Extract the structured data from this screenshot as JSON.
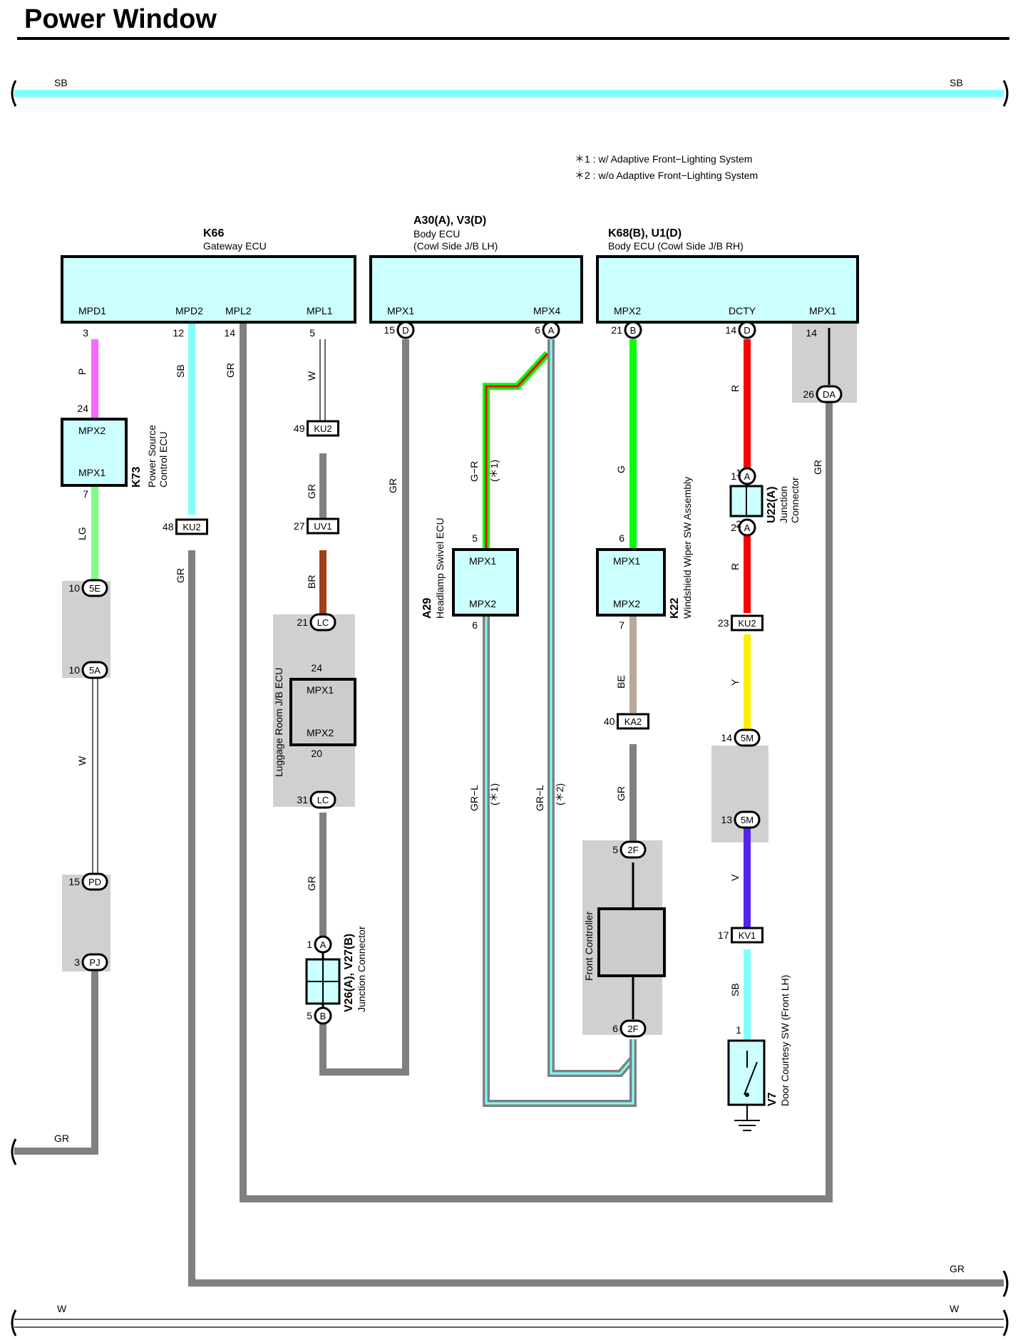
{
  "title": "Power Window",
  "colors": {
    "sb": "#80ffff",
    "p": "#ff66ff",
    "lg": "#80ff80",
    "gr": "#808080",
    "g": "#00ff00",
    "r": "#ff0000",
    "y": "#ffee00",
    "v": "#5522ee",
    "br": "#a0401a",
    "be": "#b8a898",
    "ecu_fill": "#ccffff",
    "shade": "#d0d0d0"
  },
  "notes": [
    "＊1 : w/ Adaptive Front−Lighting System",
    "＊2 : w/o Adaptive Front−Lighting System"
  ],
  "rails": {
    "top_sb": {
      "left": "SB",
      "right": "SB"
    },
    "bottom_gr": {
      "right": "GR"
    },
    "bottom_w": {
      "left": "W",
      "right": "W"
    },
    "left_gr": "GR"
  },
  "components": {
    "k66": {
      "id": "K66",
      "name": "Gateway ECU",
      "pins": [
        "MPD1",
        "MPD2",
        "MPL2",
        "MPL1"
      ]
    },
    "body_lh": {
      "id": "A30(A), V3(D)",
      "name1": "Body ECU",
      "name2": "(Cowl Side J/B LH)",
      "pins": [
        "MPX1",
        "MPX4"
      ]
    },
    "body_rh": {
      "id": "K68(B), U1(D)",
      "name": "Body ECU (Cowl Side J/B RH)",
      "pins": [
        "MPX2",
        "DCTY",
        "MPX1"
      ]
    },
    "k73": {
      "id": "K73",
      "name1": "Power Source",
      "name2": "Control ECU",
      "pins": [
        "MPX2",
        "MPX1"
      ]
    },
    "luggage": {
      "name": "Luggage Room J/B ECU",
      "pins": [
        "MPX1",
        "MPX2"
      ]
    },
    "a29": {
      "id": "A29",
      "name": "Headlamp Swivel ECU",
      "pins": [
        "MPX1",
        "MPX2"
      ]
    },
    "k22": {
      "id": "K22",
      "name": "Windshield Wiper SW Assembly",
      "pins": [
        "MPX1",
        "MPX2"
      ]
    },
    "u22": {
      "id": "U22(A)",
      "name1": "Junction",
      "name2": "Connector"
    },
    "v26": {
      "id": "V26(A), V27(B)",
      "name": "Junction Connector"
    },
    "front_controller": {
      "name": "Front Controller"
    },
    "v7": {
      "id": "V7",
      "name": "Door Courtesy SW (Front LH)"
    }
  },
  "wire_labels": {
    "p": "P",
    "lg": "LG",
    "w": "W",
    "sb": "SB",
    "gr": "GR",
    "br": "BR",
    "g_r": "G−R",
    "gr_l": "GR−L",
    "g": "G",
    "be": "BE",
    "r": "R",
    "y": "Y",
    "v": "V",
    "note1": "(＊1)",
    "note2": "(＊2)"
  },
  "connectors": [
    {
      "pin": "15",
      "code": "D"
    },
    {
      "pin": "6",
      "code": "A"
    },
    {
      "pin": "21",
      "code": "B"
    },
    {
      "pin": "14",
      "code": "D"
    },
    {
      "pin": "26",
      "code": "DA"
    },
    {
      "pin": "10",
      "code": "5E"
    },
    {
      "pin": "10",
      "code": "5A"
    },
    {
      "pin": "15",
      "code": "PD"
    },
    {
      "pin": "3",
      "code": "PJ"
    },
    {
      "pin": "21",
      "code": "LC"
    },
    {
      "pin": "31",
      "code": "LC"
    },
    {
      "pin": "1",
      "code": "A"
    },
    {
      "pin": "5",
      "code": "B"
    },
    {
      "pin": "5",
      "code": "2F"
    },
    {
      "pin": "6",
      "code": "2F"
    },
    {
      "pin": "14",
      "code": "5M"
    },
    {
      "pin": "13",
      "code": "5M"
    },
    {
      "pin": "1",
      "code": "A"
    },
    {
      "pin": "2",
      "code": "A"
    },
    {
      "pin": "49",
      "code": "KU2"
    },
    {
      "pin": "27",
      "code": "UV1"
    },
    {
      "pin": "48",
      "code": "KU2"
    },
    {
      "pin": "40",
      "code": "KA2"
    },
    {
      "pin": "23",
      "code": "KU2"
    },
    {
      "pin": "17",
      "code": "KV1"
    }
  ],
  "pin_numbers": [
    "3",
    "12",
    "14",
    "5",
    "24",
    "7",
    "24",
    "20",
    "5",
    "6",
    "6",
    "7",
    "14",
    "1",
    "2",
    "1"
  ]
}
